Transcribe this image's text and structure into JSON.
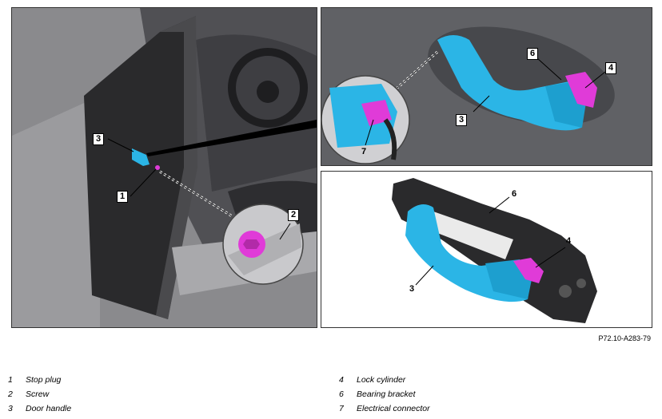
{
  "figure": {
    "reference_code": "P72.10-A283-79",
    "callouts": {
      "left": [
        "3",
        "1",
        "2"
      ],
      "top_right": [
        "6",
        "4",
        "3",
        "7"
      ],
      "bottom_right": [
        "6",
        "4",
        "3"
      ]
    }
  },
  "legend": {
    "left_column": [
      {
        "num": "1",
        "label": "Stop plug"
      },
      {
        "num": "2",
        "label": "Screw"
      },
      {
        "num": "3",
        "label": "Door handle"
      }
    ],
    "right_column": [
      {
        "num": "4",
        "label": "Lock cylinder"
      },
      {
        "num": "6",
        "label": "Bearing bracket"
      },
      {
        "num": "7",
        "label": "Electrical connector"
      }
    ]
  },
  "colors": {
    "handle": "#2bb5e6",
    "highlight": "#e03bd8",
    "body_grey": "#7d7d80"
  }
}
